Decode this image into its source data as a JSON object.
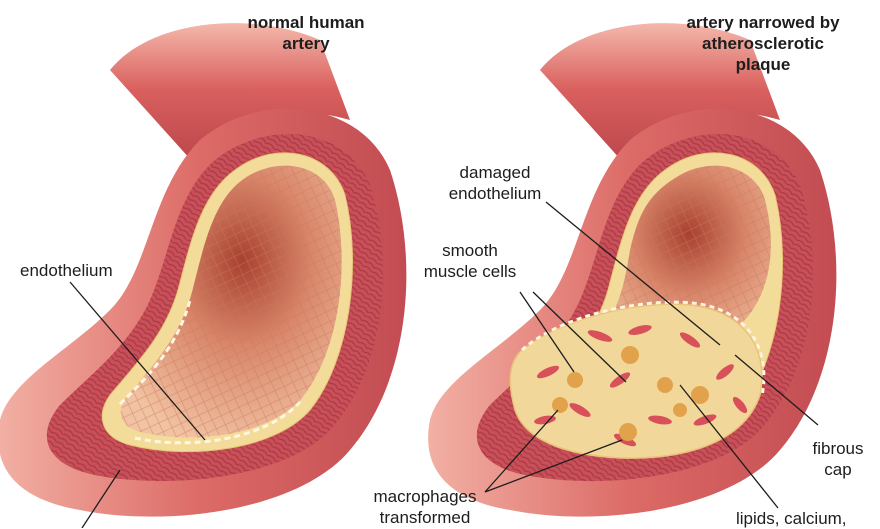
{
  "panels": {
    "normal": {
      "title": [
        "normal human",
        "artery"
      ],
      "labels": {
        "endothelium": "endothelium"
      }
    },
    "narrowed": {
      "title": [
        "artery narrowed by",
        "atherosclerotic",
        "plaque"
      ],
      "labels": {
        "damaged_endothelium": [
          "damaged",
          "endothelium"
        ],
        "smooth_muscle_cells": [
          "smooth",
          "muscle cells"
        ],
        "macrophages": [
          "macrophages",
          "transformed"
        ],
        "fibrous_cap": [
          "fibrous",
          "cap"
        ],
        "lipids": "lipids, calcium,"
      }
    }
  },
  "colors": {
    "vessel_outer": "#d9605e",
    "vessel_highlight": "#f2b3a6",
    "vessel_dark": "#a8383b",
    "wall_layer": "#c64e57",
    "endothelium": "#f3dc9a",
    "lumen": "#e9a584",
    "lumen_deep": "#b04a3a",
    "plaque": "#f2d79a",
    "muscle_cell": "#d8505a",
    "macrophage": "#e2a24c",
    "leader_line": "#1d1d1d"
  }
}
